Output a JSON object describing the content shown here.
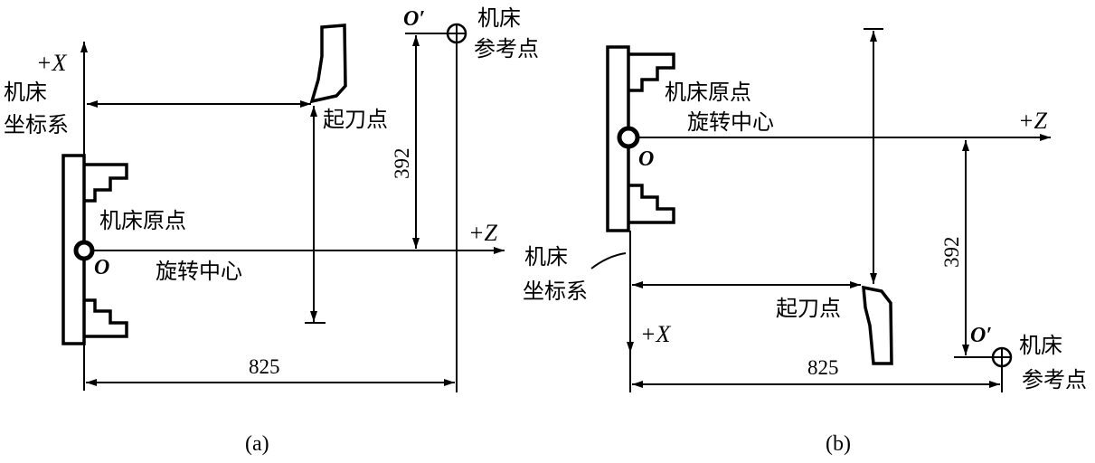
{
  "panel_a": {
    "caption": "(a)",
    "x_axis_label": "+X",
    "z_axis_label": "+Z",
    "coord_system": [
      "机床",
      "坐标系"
    ],
    "machine_origin_label": "机床原点",
    "origin_symbol": "O",
    "rotation_center_label": "旋转中心",
    "tool_start_label": "起刀点",
    "reference_symbol": "O′",
    "reference_label": [
      "机床",
      "参考点"
    ],
    "x_dimension": "392",
    "z_dimension": "825"
  },
  "panel_b": {
    "caption": "(b)",
    "x_axis_label": "+X",
    "z_axis_label": "+Z",
    "coord_system": [
      "机床",
      "坐标系"
    ],
    "machine_origin_label": "机床原点",
    "origin_symbol": "O",
    "rotation_center_label": "旋转中心",
    "tool_start_label": "起刀点",
    "reference_symbol": "O′",
    "reference_label": [
      "机床",
      "参考点"
    ],
    "x_dimension": "392",
    "z_dimension": "825"
  }
}
